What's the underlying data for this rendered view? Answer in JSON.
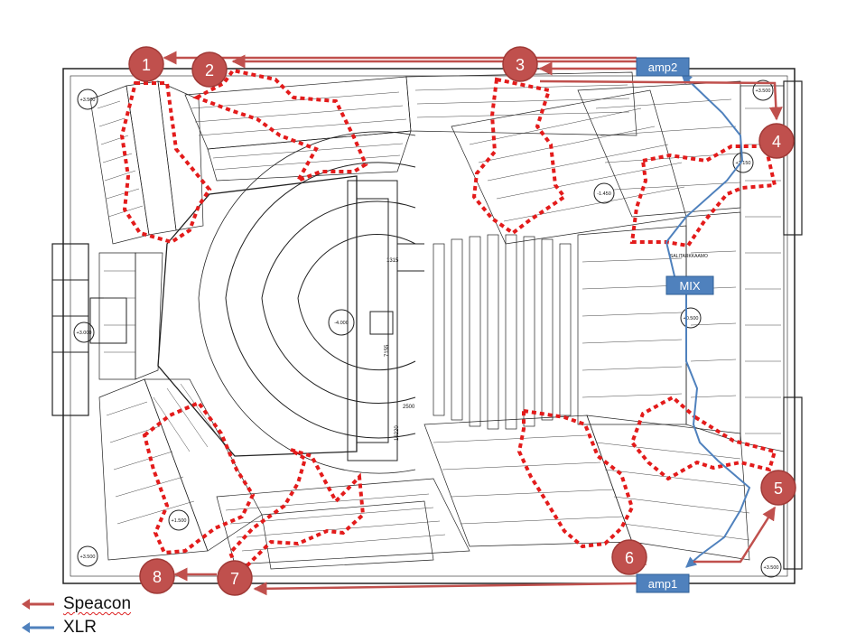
{
  "plan_labels": {
    "levels": [
      "+3.500",
      "+3.500",
      "+3.500",
      "+3.500",
      "+3.150",
      "-1.450",
      "+0.500",
      "+1.500",
      "-4.000",
      "+3.000"
    ],
    "dimensions": [
      "1315",
      "7155",
      "2500",
      "16220"
    ],
    "mix_room": "SALITARKKAAMO"
  },
  "equipment": {
    "amp2": "amp2",
    "amp1": "amp1",
    "mix": "MIX"
  },
  "speakers": [
    "1",
    "2",
    "3",
    "4",
    "5",
    "6",
    "7",
    "8"
  ],
  "legend": {
    "speacon": "Speacon",
    "xlr": "XLR"
  },
  "colors": {
    "speacon": "#c0504d",
    "xlr": "#4f81bd",
    "zone": "#e31b1b",
    "equipment_fill": "#4f81bd",
    "speaker_fill": "#c0504d"
  }
}
